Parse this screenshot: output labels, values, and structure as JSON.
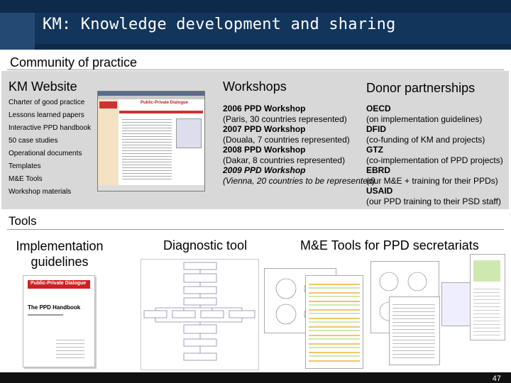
{
  "header": {
    "title": "KM: Knowledge development and sharing"
  },
  "subtitle": "Community of practice",
  "km_website": {
    "heading": "KM Website",
    "items": [
      "Charter of good practice",
      "Lessons learned papers",
      "Interactive PPD handbook",
      "50 case studies",
      "Operational documents",
      "Templates",
      "M&E Tools",
      "Workshop materials"
    ],
    "screenshot_banner": "Public-Private Dialogue"
  },
  "workshops": {
    "heading": "Workshops",
    "lines": [
      {
        "text": "2006 PPD Workshop",
        "bold": true
      },
      {
        "text": "(Paris, 30 countries represented)",
        "bold": false
      },
      {
        "text": "2007 PPD Workshop",
        "bold": true
      },
      {
        "text": "(Douala, 7 countries represented)",
        "bold": false
      },
      {
        "text": "2008 PPD Workshop",
        "bold": true
      },
      {
        "text": "(Dakar, 8 countries represented)",
        "bold": false
      },
      {
        "text": "2009 PPD Workshop",
        "bold": true,
        "italic": true
      },
      {
        "text": "(Vienna, 20 countries to be represented)",
        "bold": false,
        "italic": true
      }
    ]
  },
  "donor": {
    "heading": "Donor partnerships",
    "lines": [
      {
        "text": "OECD",
        "bold": true
      },
      {
        "text": "(on implementation guidelines)",
        "bold": false
      },
      {
        "text": "DFID",
        "bold": true
      },
      {
        "text": "(co-funding of KM and projects)",
        "bold": false
      },
      {
        "text": "GTZ",
        "bold": true
      },
      {
        "text": "(co-implementation of PPD projects)",
        "bold": false
      },
      {
        "text": "EBRD",
        "bold": true
      },
      {
        "text": "(our M&E + training for their PPDs)",
        "bold": false
      },
      {
        "text": "USAID",
        "bold": true
      },
      {
        "text": "(our PPD training to their PSD staff)",
        "bold": false
      }
    ]
  },
  "tools": {
    "heading": "Tools",
    "impl_line1": "Implementation",
    "impl_line2": "guidelines",
    "diagnostic": "Diagnostic tool",
    "me_tools": "M&E Tools for PPD secretariats",
    "book_banner": "Public-Private Dialogue",
    "book_title": "The PPD Handbook"
  },
  "footer": {
    "page_number": "47"
  },
  "colors": {
    "header_bg": "#0e2a4a",
    "header_band": "#12355c",
    "panel_bg": "#d8d8d8"
  }
}
